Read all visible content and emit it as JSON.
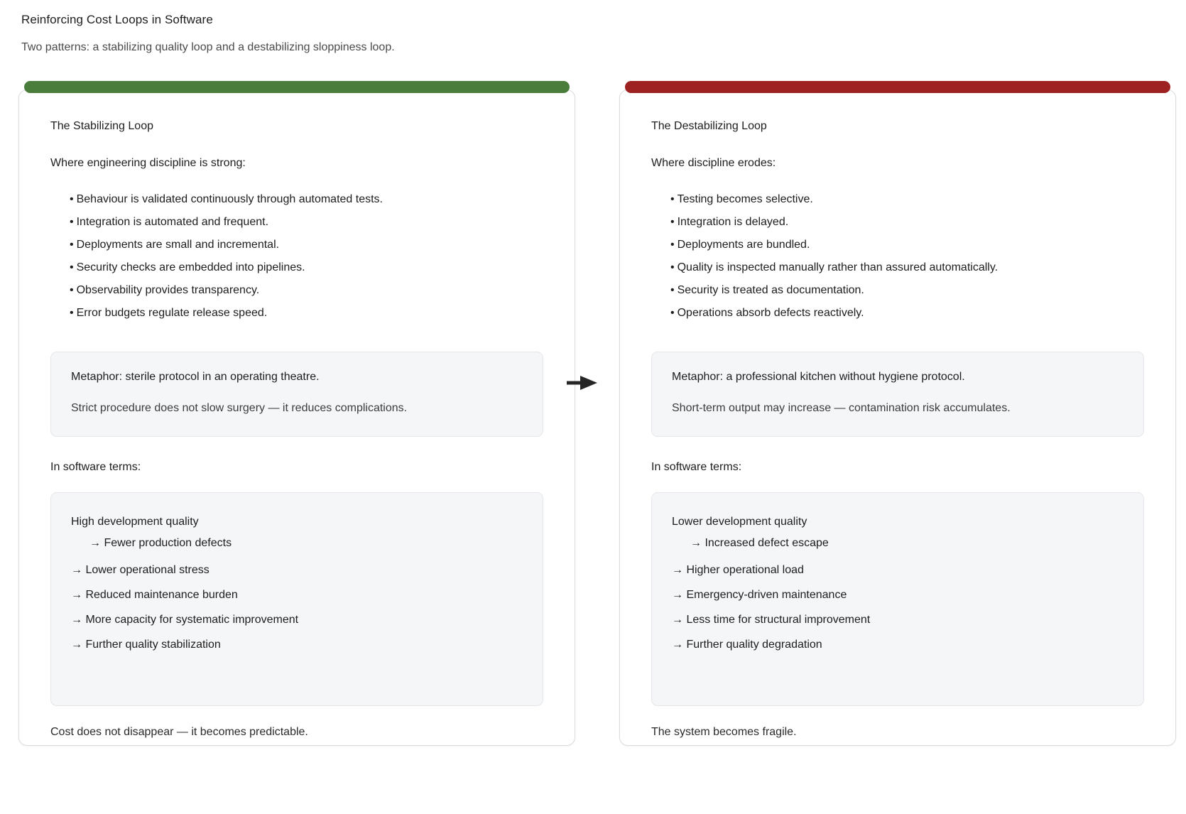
{
  "header": {
    "title": "Reinforcing Cost Loops in Software",
    "subtitle": "Two patterns: a stabilizing quality loop and a destabilizing sloppiness loop."
  },
  "connector": {
    "icon": "arrow-right-icon",
    "color": "#262626"
  },
  "cards": [
    {
      "id": "stabilizing-loop",
      "accent_color": "#4a7c3c",
      "heading": "The Stabilizing Loop",
      "lead": "Where engineering discipline is strong:",
      "bullets": [
        "Behaviour is validated continuously through automated tests.",
        "Integration is automated and frequent.",
        "Deployments are small and incremental.",
        "Security checks are embedded into pipelines.",
        "Observability provides transparency.",
        "Error budgets regulate release speed."
      ],
      "metaphor": {
        "primary": "Metaphor: sterile protocol in an operating theatre.",
        "secondary": "Strict procedure does not slow surgery — it reduces complications."
      },
      "section_label": "In software terms:",
      "chain": {
        "first": "High development quality",
        "first_sub": "→ Fewer production defects",
        "steps": [
          "→ Lower operational stress",
          "→ Reduced maintenance burden",
          "→ More capacity for systematic improvement",
          "→ Further quality stabilization"
        ]
      },
      "footer": "Cost does not disappear — it becomes predictable."
    },
    {
      "id": "destabilizing-loop",
      "accent_color": "#9e2222",
      "heading": "The Destabilizing Loop",
      "lead": "Where discipline erodes:",
      "bullets": [
        "Testing becomes selective.",
        "Integration is delayed.",
        "Deployments are bundled.",
        "Quality is inspected manually rather than assured automatically.",
        "Security is treated as documentation.",
        "Operations absorb defects reactively."
      ],
      "metaphor": {
        "primary": "Metaphor: a professional kitchen without hygiene protocol.",
        "secondary": "Short-term output may increase — contamination risk accumulates."
      },
      "section_label": "In software terms:",
      "chain": {
        "first": "Lower development quality",
        "first_sub": "→ Increased defect escape",
        "steps": [
          "→ Higher operational load",
          "→ Emergency-driven maintenance",
          "→ Less time for structural improvement",
          "→ Further quality degradation"
        ]
      },
      "footer": "The system becomes fragile."
    }
  ],
  "bullet_glyph": "•"
}
